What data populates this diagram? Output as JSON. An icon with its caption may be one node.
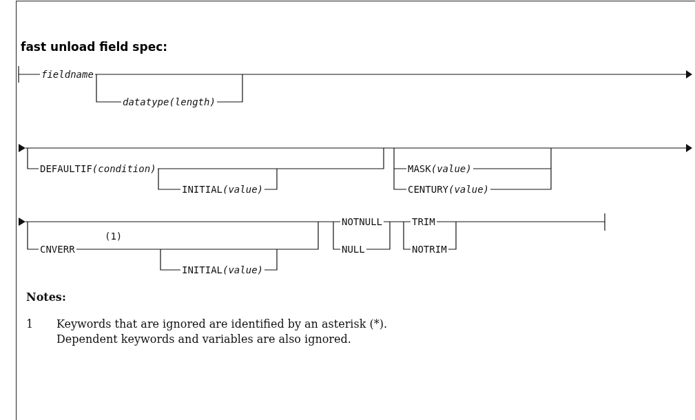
{
  "diagram": {
    "title": "fast unload field spec:",
    "labels": [
      "fieldname",
      "datatype(length)",
      "DEFAULTIF(condition)",
      "INITIAL(value)",
      "MASK(value)",
      "CENTURY(value)",
      "(1)",
      "CNVERR",
      "NOTNULL",
      "TRIM",
      "INITIAL(value)",
      "NULL",
      "NOTRIM",
      "Notes:",
      "1",
      "Keywords that are ignored are identified by an asterisk (*). Dependent keywords and variables are also ignored."
    ]
  }
}
